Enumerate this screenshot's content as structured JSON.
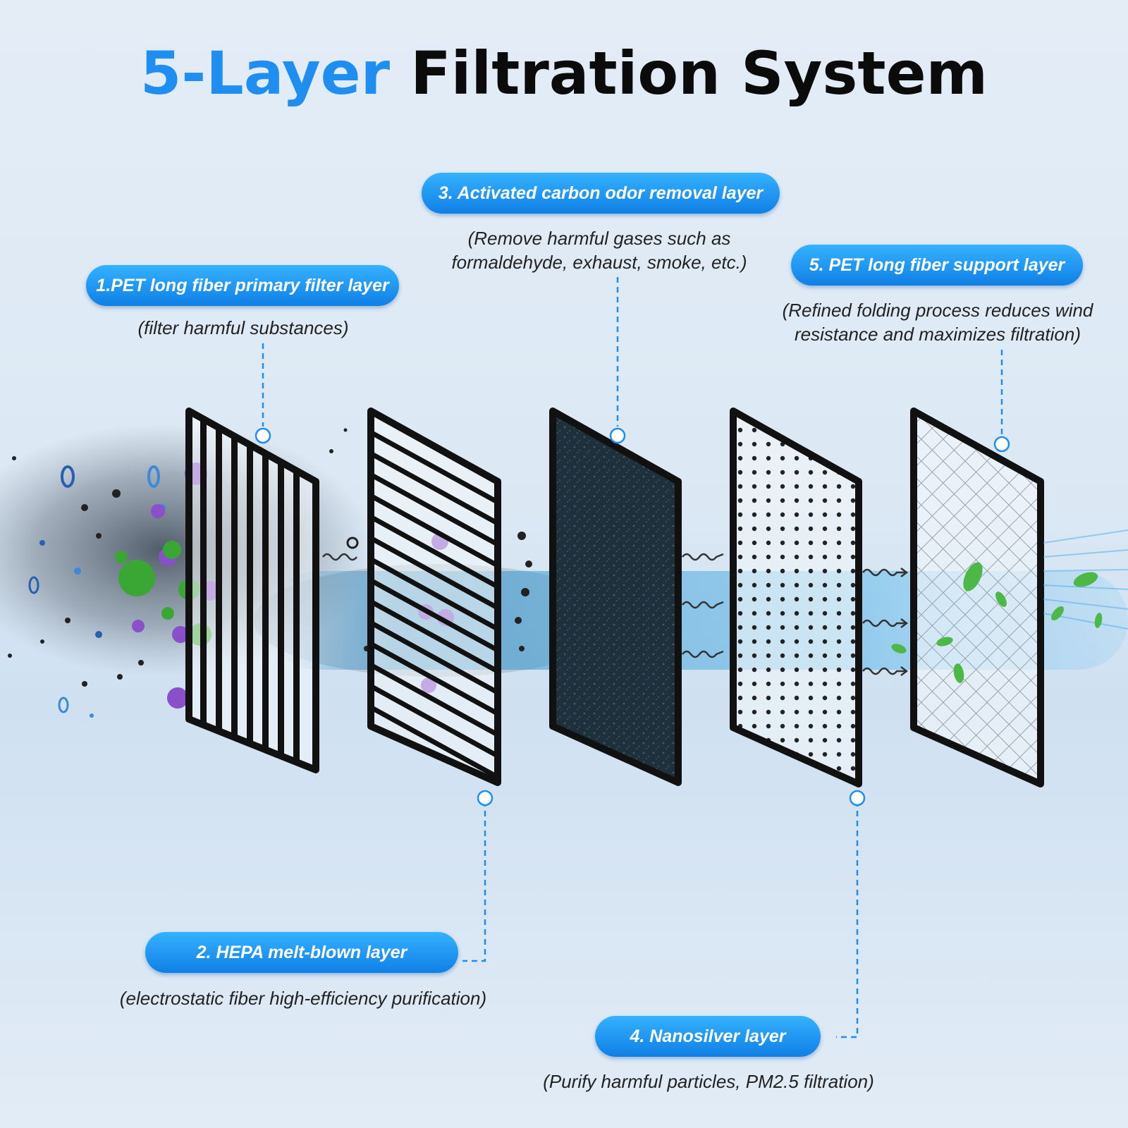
{
  "title": {
    "accent": "5-Layer",
    "main": "Filtration System"
  },
  "colors": {
    "accent": "#1e8ff0",
    "pill": "#1a90f0",
    "frame": "#111111",
    "particle_purple": "#8a4fc9",
    "particle_green": "#3aa735",
    "leaf_green": "#4cb848"
  },
  "layers": [
    {
      "label": "1.PET long fiber primary filter layer",
      "desc_lines": [
        "(filter harmful substances)"
      ]
    },
    {
      "label": "2. HEPA melt-blown layer",
      "desc_lines": [
        "(electrostatic fiber high-efficiency purification)"
      ]
    },
    {
      "label": "3. Activated carbon odor removal layer",
      "desc_lines": [
        "(Remove harmful gases such as",
        "formaldehyde, exhaust, smoke, etc.)"
      ]
    },
    {
      "label": "4. Nanosilver layer",
      "desc_lines": [
        "(Purify harmful particles, PM2.5 filtration)"
      ]
    },
    {
      "label": "5. PET long fiber support layer",
      "desc_lines": [
        "(Refined folding process reduces wind",
        "resistance and maximizes filtration)"
      ]
    }
  ]
}
